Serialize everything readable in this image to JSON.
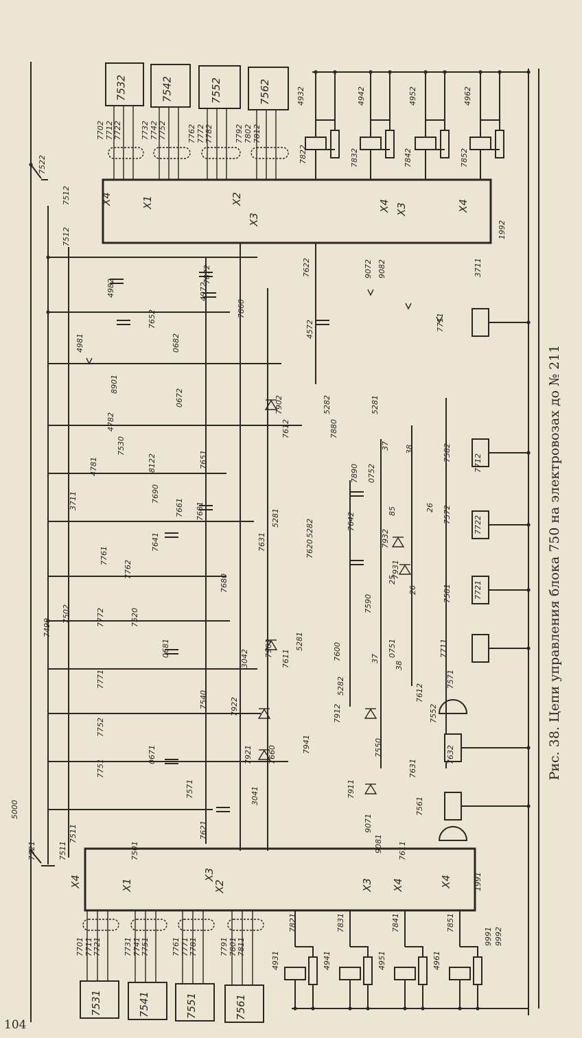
{
  "caption": "Рис. 38. Цепи управления блока 750 на электровозах до № 211",
  "page_number": "104",
  "top_boxes": [
    "7532",
    "7542",
    "7552",
    "7562"
  ],
  "bottom_boxes": [
    "7531",
    "7541",
    "7551",
    "7561"
  ],
  "labels": [
    "7702",
    "7712",
    "7722",
    "7732",
    "7742",
    "7752",
    "7762",
    "7772",
    "7782",
    "7792",
    "7802",
    "7812",
    "4932",
    "4942",
    "4952",
    "4962",
    "7822",
    "7832",
    "7842",
    "7852",
    "X4",
    "X1",
    "X2",
    "X3",
    "X4",
    "X3",
    "X4",
    "1992",
    "7522",
    "7512",
    "7512",
    "7872",
    "7622",
    "9072",
    "9082",
    "3711",
    "7711",
    "4572",
    "7860",
    "4972",
    "7652",
    "4982",
    "4981",
    "0682",
    "0672",
    "8901",
    "7902",
    "7612",
    "5282",
    "7880",
    "5281",
    "4782",
    "7530",
    "4781",
    "8122",
    "7651",
    "7690",
    "7661",
    "7681",
    "7641",
    "3711",
    "5281",
    "7631",
    "5282",
    "7620",
    "7642",
    "7890",
    "0752",
    "37",
    "38",
    "7582",
    "7712",
    "85",
    "26",
    "7572",
    "7722",
    "7932",
    "7931",
    "25",
    "26",
    "7581",
    "7721",
    "7761",
    "7762",
    "7772",
    "7520",
    "7502",
    "7490",
    "0681",
    "7680",
    "7901",
    "7611",
    "5281",
    "7600",
    "5282",
    "7590",
    "37",
    "0751",
    "38",
    "7711",
    "7571",
    "7771",
    "7752",
    "7751",
    "0671",
    "7540",
    "7922",
    "3042",
    "7912",
    "7941",
    "7660",
    "7921",
    "7550",
    "7612",
    "7552",
    "7632",
    "7571",
    "3041",
    "7911",
    "7631",
    "7561",
    "9071",
    "9081",
    "7611",
    "7621",
    "7501",
    "7511",
    "7511",
    "7521",
    "5000",
    "X4",
    "X1",
    "X3",
    "X2",
    "X3",
    "X4",
    "X4",
    "1991",
    "7701",
    "7711",
    "7721",
    "7731",
    "7741",
    "7751",
    "7761",
    "7771",
    "7781",
    "7791",
    "7801",
    "7811",
    "4931",
    "4941",
    "4951",
    "4961",
    "7821",
    "7831",
    "7841",
    "7851",
    "9991",
    "9992"
  ]
}
